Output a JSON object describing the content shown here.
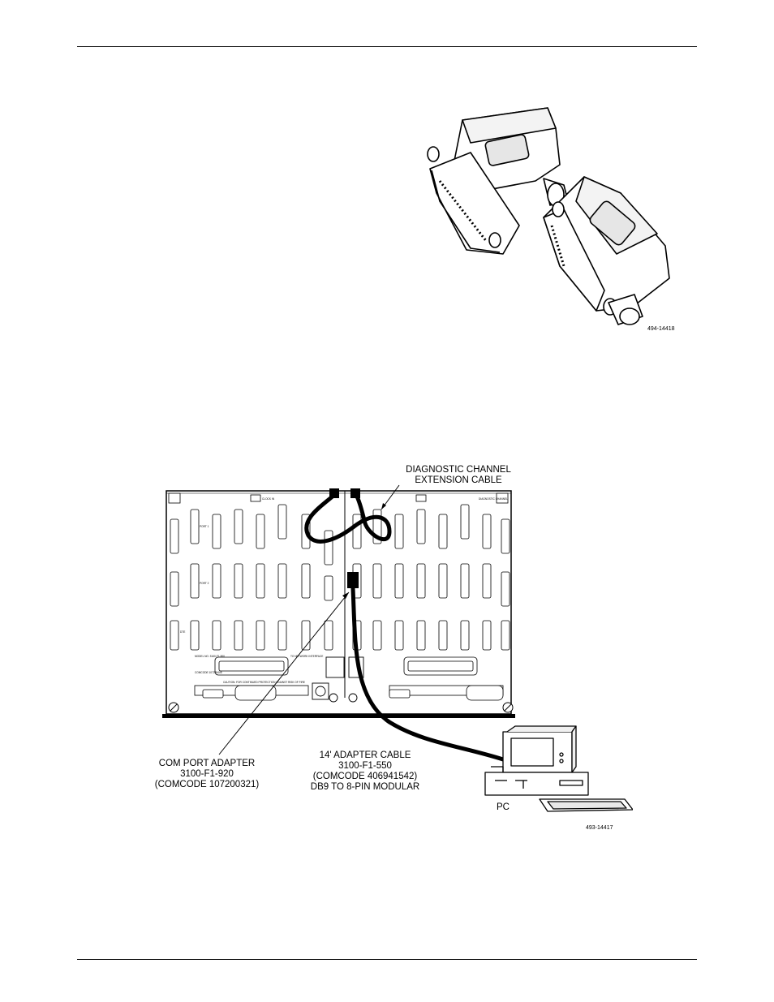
{
  "figure1": {
    "id": "494-14418"
  },
  "figure2": {
    "id": "493-14417",
    "callouts": {
      "diag_line1": "DIAGNOSTIC CHANNEL",
      "diag_line2": "EXTENSION CABLE",
      "com_line1": "COM PORT ADAPTER",
      "com_line2": "3100-F1-920",
      "com_line3": "(COMCODE 107200321)",
      "cable_line1": "14' ADAPTER CABLE",
      "cable_line2": "3100-F1-550",
      "cable_line3": "(COMCODE 406941542)",
      "cable_line4": "DB9 TO 8-PIN MODULAR",
      "pc": "PC"
    },
    "panel_labels": {
      "clock_in": "CLOCK IN",
      "port1": "PORT 1",
      "port2": "PORT 2",
      "dte": "DTE",
      "model_no": "MODEL NO. 3160-F1-500",
      "comcode": "COMCODE 107239405",
      "to_network": "TO NETWORK INTERFACE",
      "diagnostic": "DIAGNOSTIC CHANNEL",
      "caution": "CAUTION: FOR CONTINUED PROTECTION AGAINST RISK OF FIRE"
    }
  }
}
